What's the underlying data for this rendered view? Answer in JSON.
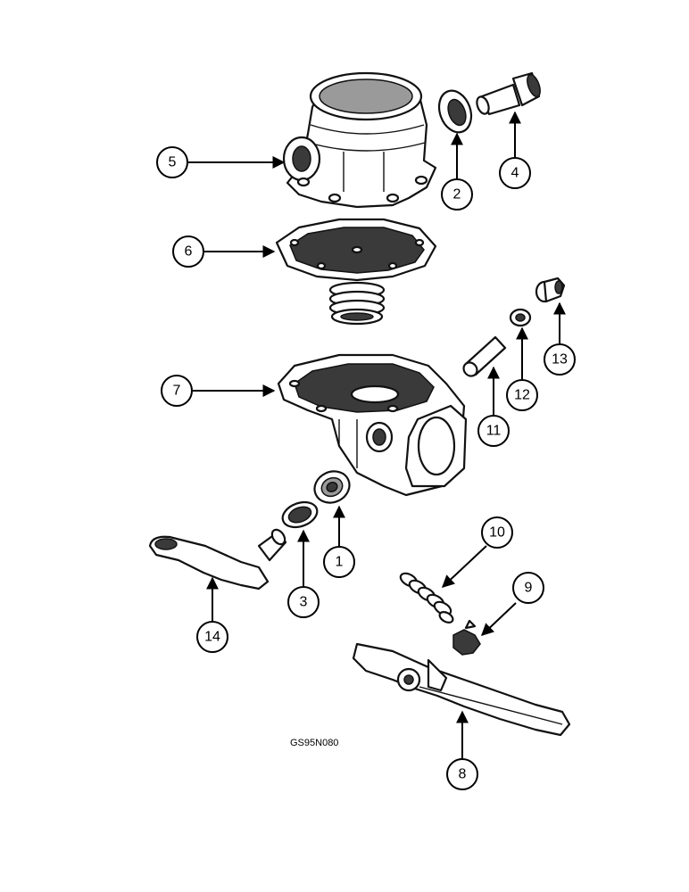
{
  "figure_code": "GS95N080",
  "callouts": [
    {
      "label": "1"
    },
    {
      "label": "2"
    },
    {
      "label": "3"
    },
    {
      "label": "4"
    },
    {
      "label": "5"
    },
    {
      "label": "6"
    },
    {
      "label": "7"
    },
    {
      "label": "8"
    },
    {
      "label": "9"
    },
    {
      "label": "10"
    },
    {
      "label": "11"
    },
    {
      "label": "12"
    },
    {
      "label": "13"
    },
    {
      "label": "14"
    }
  ]
}
